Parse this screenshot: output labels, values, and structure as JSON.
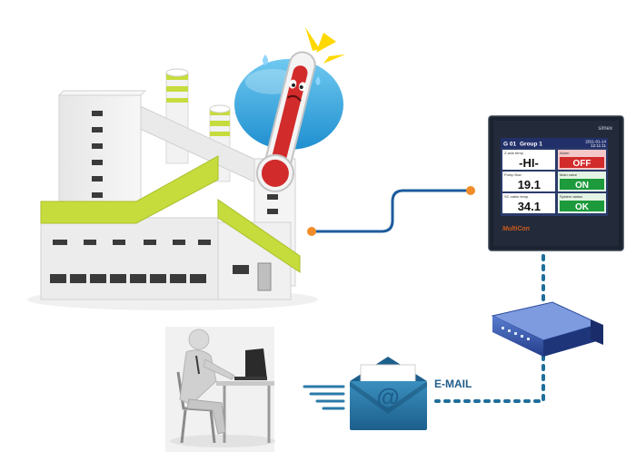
{
  "device": {
    "header_left": "G 01",
    "group": "Group 1",
    "date": "2011-01-14",
    "time": "12:11:11",
    "brand": "simex",
    "model": "MultiCon",
    "channels": [
      {
        "label": "Z-axis temp.",
        "value": "-HI-",
        "status_label": "Alarm",
        "status": "OFF"
      },
      {
        "label": "Pump flow",
        "value": "19.1",
        "status_label": "Main valve",
        "status": "ON"
      },
      {
        "label": "SC cabin temp.",
        "value": "34.1",
        "status_label": "System status",
        "status": "OK"
      }
    ]
  },
  "email_label": "E-MAIL",
  "email_symbol": "@",
  "colors": {
    "cable": "#1d5c9c",
    "connector": "#f28c28",
    "dotted_link": "#1f6e9c",
    "factory_green": "#c6dc3c",
    "envelope": "#2a7aa8",
    "alarm_red": "#d22b2b",
    "ok_green": "#1d9a3c"
  }
}
